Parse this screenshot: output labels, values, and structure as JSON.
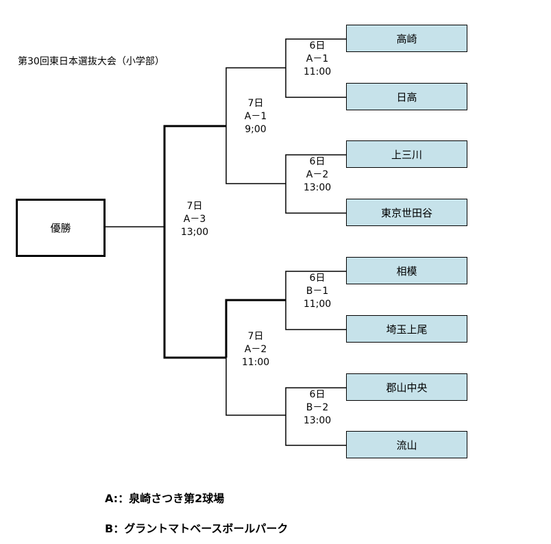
{
  "title": "第30回東日本選抜大会（小学部）",
  "champion_label": "優勝",
  "teams": [
    "高崎",
    "日高",
    "上三川",
    "東京世田谷",
    "相模",
    "埼玉上尾",
    "郡山中央",
    "流山"
  ],
  "round1": [
    {
      "day": "6日",
      "code": "A－1",
      "time": "11:00"
    },
    {
      "day": "6日",
      "code": "A－2",
      "time": "13:00"
    },
    {
      "day": "6日",
      "code": "B－1",
      "time": "11;00"
    },
    {
      "day": "6日",
      "code": "B－2",
      "time": "13:00"
    }
  ],
  "semis": [
    {
      "day": "7日",
      "code": "A－1",
      "time": "9;00"
    },
    {
      "day": "7日",
      "code": "A－2",
      "time": "11:00"
    }
  ],
  "final": {
    "day": "7日",
    "code": "A－3",
    "time": "13;00"
  },
  "legend": {
    "a": "A:：泉崎さつき第2球場",
    "b": "B：グラントマトベースボールパーク"
  }
}
